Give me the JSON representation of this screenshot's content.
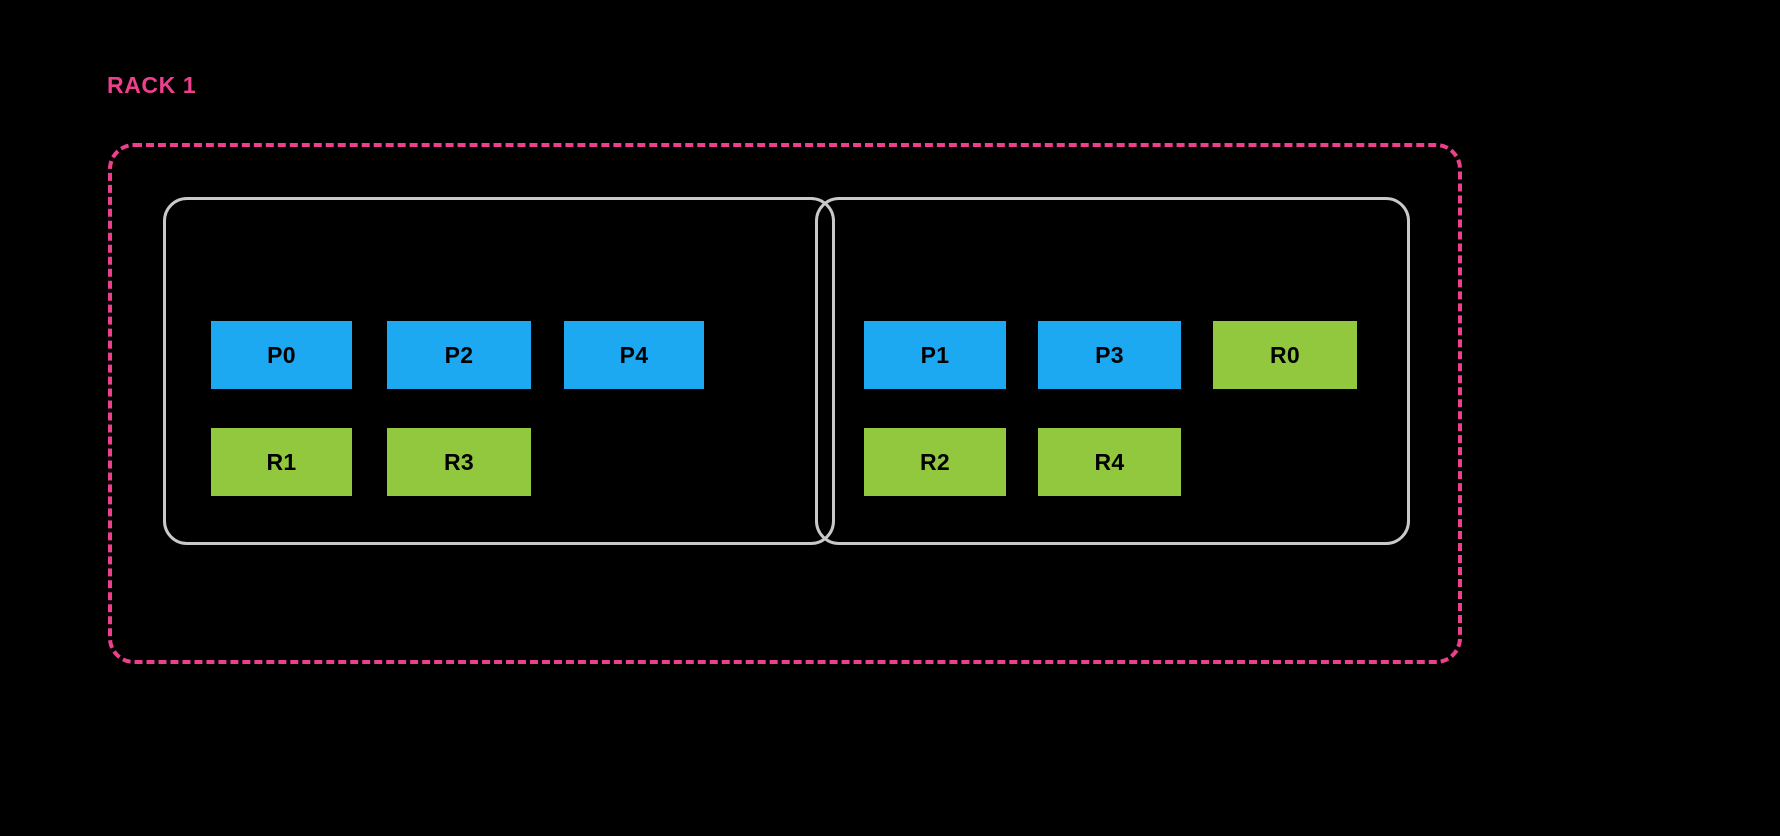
{
  "diagram": {
    "title": "RACK 1",
    "background_color": "#000000",
    "rack": {
      "label": "RACK 1",
      "border_color": "#ED3F8C",
      "border_style": "dashed"
    },
    "legend_colors": {
      "partition": "#1DA8F2",
      "replica": "#92C83E",
      "node_border": "#C9C9C9",
      "rack_border": "#ED3F8C"
    },
    "nodes": [
      {
        "id": "node-left",
        "rows": [
          {
            "type": "partition",
            "blocks": [
              "P0",
              "P2",
              "P4"
            ]
          },
          {
            "type": "replica",
            "blocks": [
              "R1",
              "R3"
            ]
          }
        ]
      },
      {
        "id": "node-right",
        "rows": [
          {
            "type": "mixed",
            "blocks": [
              "P1",
              "P3",
              "R0"
            ]
          },
          {
            "type": "replica",
            "blocks": [
              "R2",
              "R4"
            ]
          }
        ]
      }
    ],
    "blocks": {
      "p0": "P0",
      "p1": "P1",
      "p2": "P2",
      "p3": "P3",
      "p4": "P4",
      "r0": "R0",
      "r1": "R1",
      "r2": "R2",
      "r3": "R3",
      "r4": "R4"
    }
  }
}
